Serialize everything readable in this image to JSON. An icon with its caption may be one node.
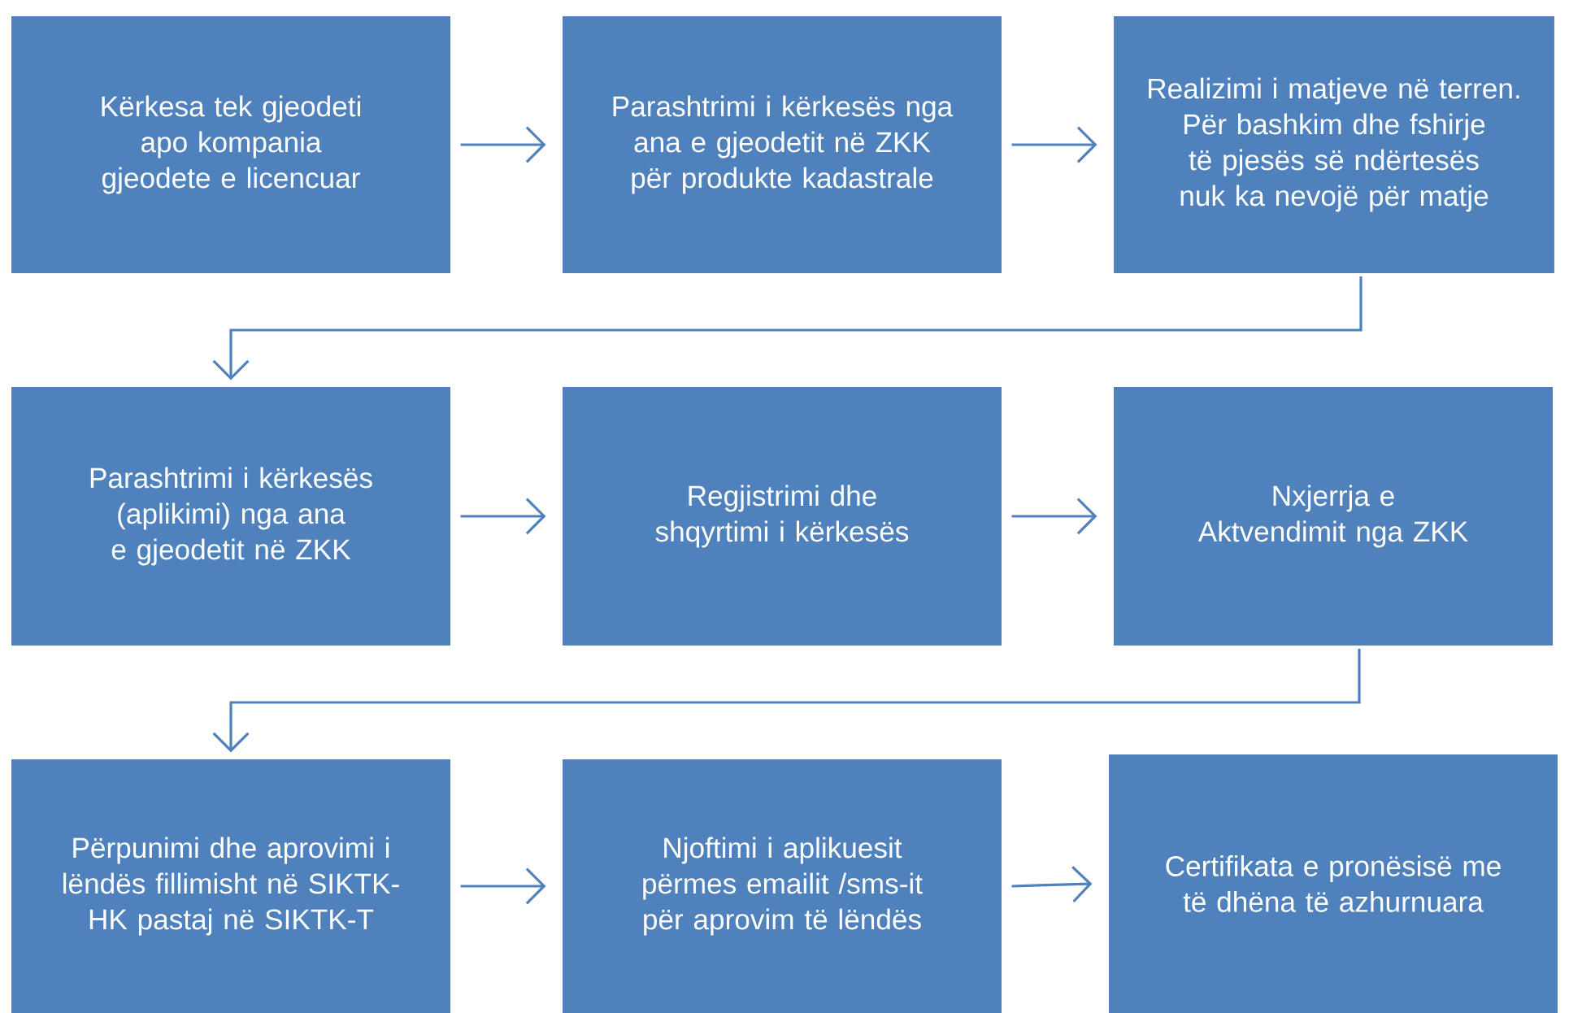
{
  "diagram": {
    "nodes": [
      {
        "text": [
          "Kërkesa tek gjeodeti apo kompania gjeodete e licencuar"
        ]
      },
      {
        "text": [
          "Parashtrimi i kërkesës nga ana e gjeodetit në ZKK për produkte kadastrale"
        ]
      },
      {
        "text": [
          "Realizimi i matjeve në terren. Për bashkim dhe fshirje të pjesës së ndërtesës nuk ka nevojë për matje"
        ]
      },
      {
        "text": [
          "Parashtrimi i kërkesës (aplikimi) nga ana e gjeodetit në ZKK"
        ]
      },
      {
        "text": [
          "Regjistrimi dhe shqyrtimi i kërkesës"
        ]
      },
      {
        "text": [
          "Nxjerrja e Aktvendimit nga ZKK"
        ]
      },
      {
        "text": [
          "Përpunimi dhe aprovimi i lëndës fillimisht në SIKTK-HK pastaj në SIKTK-T"
        ]
      },
      {
        "text": [
          "Njoftimi i aplikuesit përmes emailit /sms-it për aprovim të lëndës"
        ]
      },
      {
        "text": [
          "Certifikata e pronësisë me të dhëna të azhurnuara"
        ]
      }
    ],
    "edges": [
      {
        "from": 0,
        "to": 1,
        "arrow": "to"
      },
      {
        "from": 1,
        "to": 2,
        "arrow": "to"
      },
      {
        "from": 2,
        "to": 3,
        "arrow": "to"
      },
      {
        "from": 3,
        "to": 4,
        "arrow": "to"
      },
      {
        "from": 4,
        "to": 5,
        "arrow": "to"
      },
      {
        "from": 5,
        "to": 6,
        "arrow": "to"
      },
      {
        "from": 6,
        "to": 7,
        "arrow": "to"
      },
      {
        "from": 7,
        "to": 8,
        "arrow": "to"
      }
    ]
  }
}
